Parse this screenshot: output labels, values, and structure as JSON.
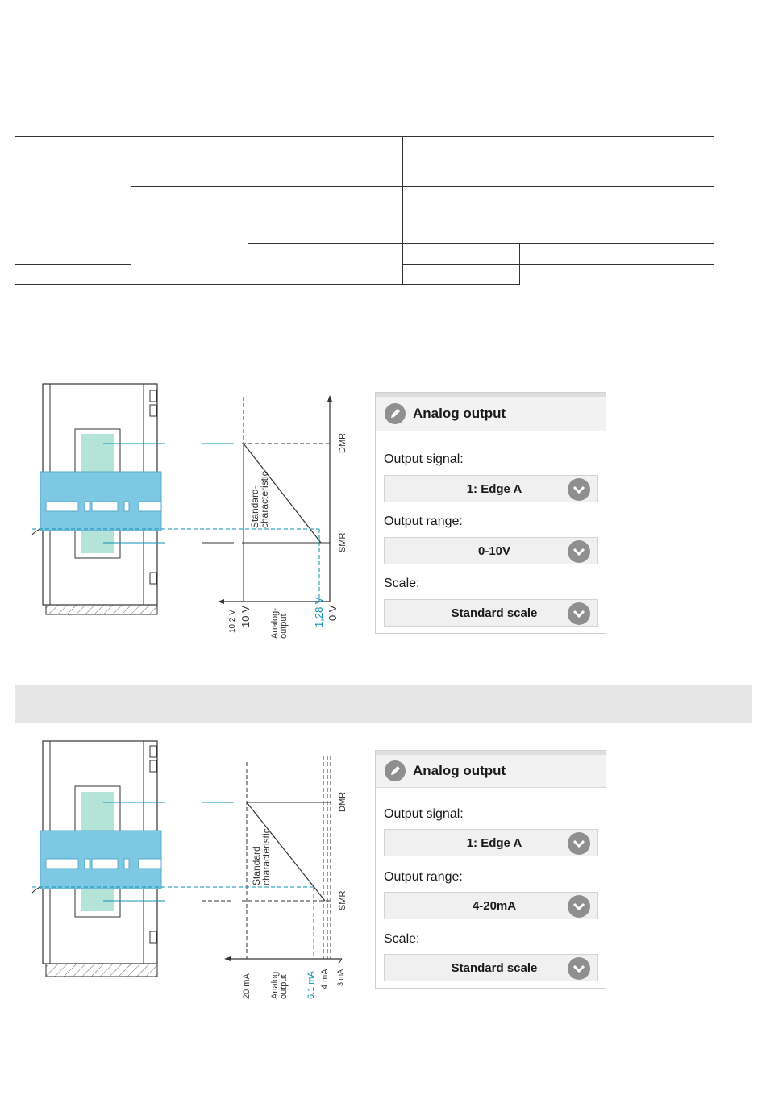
{
  "diagram_v": {
    "dmr_label": "DMR",
    "smr_label": "SMR",
    "curve_label": "Standard-\ncharacteristic",
    "tick_10_2": "10,2 V",
    "tick_10": "10 V",
    "tick_analog": "Analog-\noutput",
    "tick_1_28": "1,28 V",
    "tick_0": "0 V"
  },
  "panel_v": {
    "title": "Analog output",
    "output_signal_label": "Output signal:",
    "output_signal_value": "1: Edge A",
    "output_range_label": "Output range:",
    "output_range_value": "0-10V",
    "scale_label": "Scale:",
    "scale_value": "Standard scale"
  },
  "diagram_i": {
    "dmr_label": "DMR",
    "smr_label": "SMR",
    "curve_label": "Standard\ncharacteristic",
    "tick_20": "20 mA",
    "tick_analog": "Analog\noutput",
    "tick_6_1": "6.1 mA",
    "tick_4": "4 mA",
    "tick_3": "3 mA"
  },
  "panel_i": {
    "title": "Analog output",
    "output_signal_label": "Output signal:",
    "output_signal_value": "1: Edge A",
    "output_range_label": "Output range:",
    "output_range_value": "4-20mA",
    "scale_label": "Scale:",
    "scale_value": "Standard scale"
  },
  "colors": {
    "accent_blue": "#0e8fb5",
    "band_blue": "#7dc8e3",
    "sensor_green": "#b4e4d8"
  }
}
